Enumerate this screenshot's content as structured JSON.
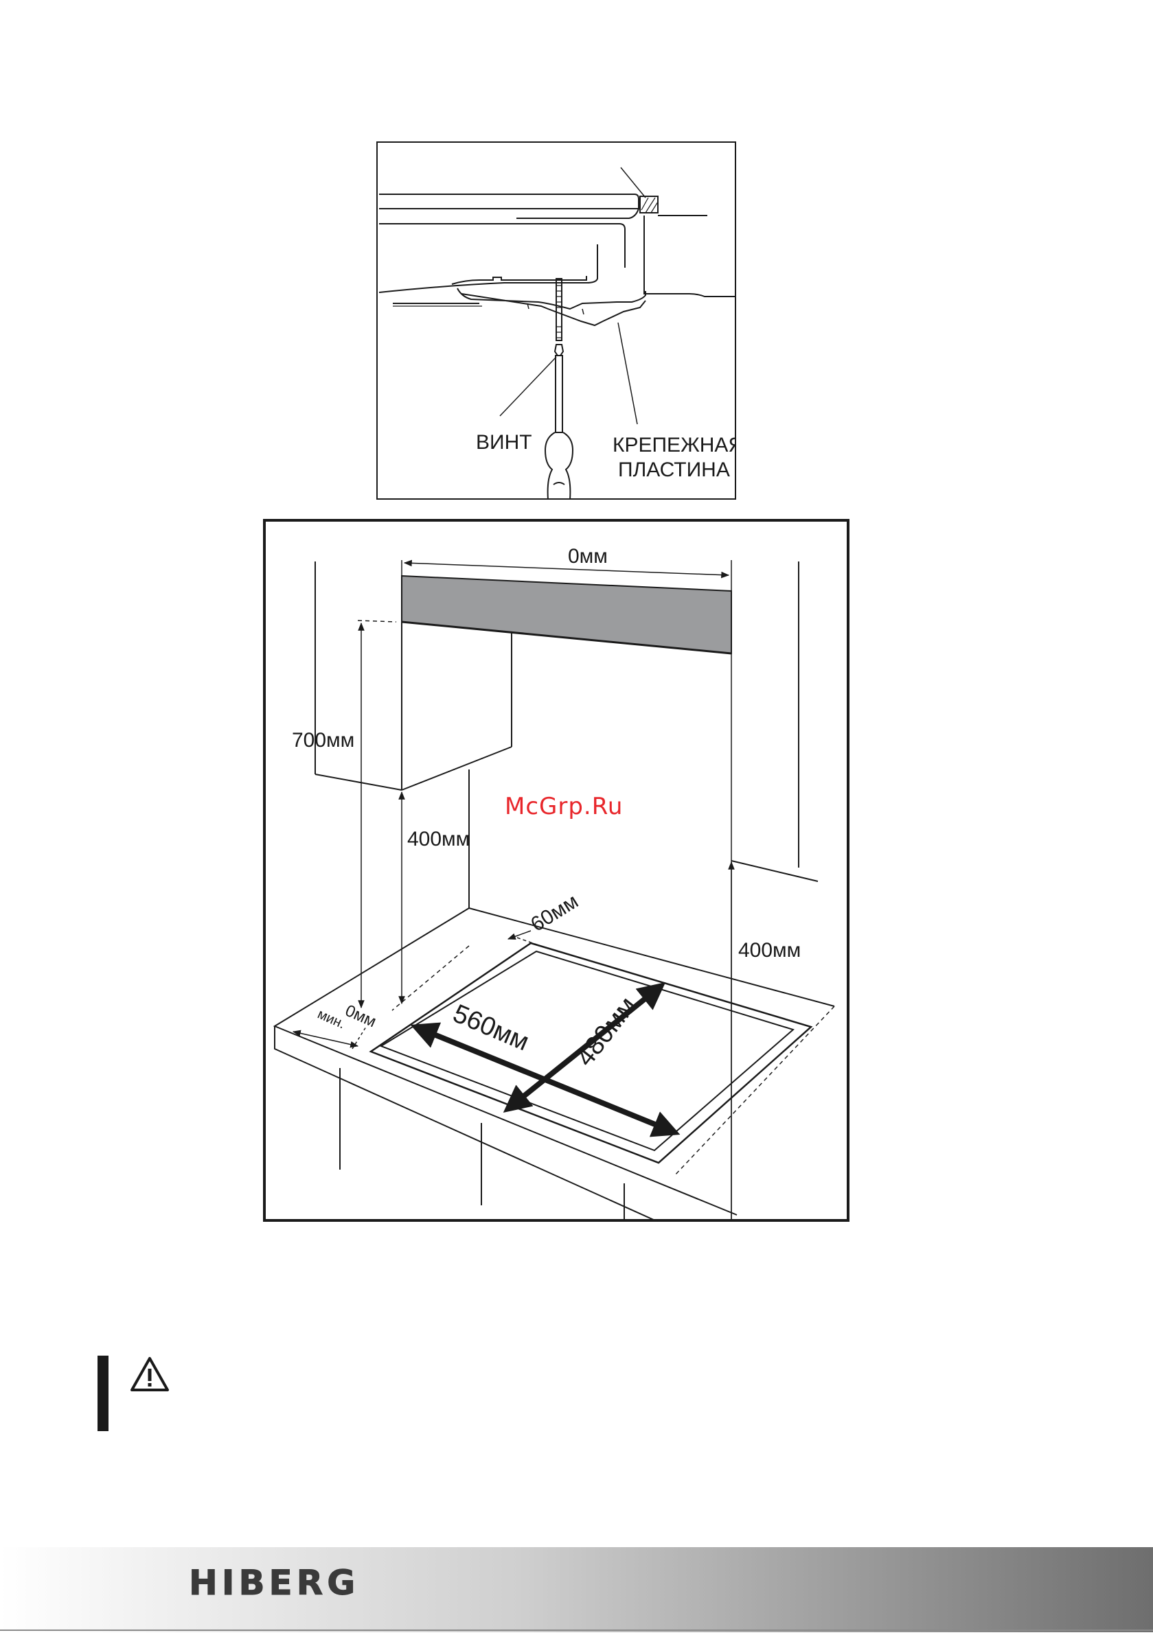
{
  "figure_top": {
    "screw_label": "ВИНТ",
    "plate_label_line1": "КРЕПЕЖНАЯ",
    "plate_label_line2": "ПЛАСТИНА"
  },
  "figure_main": {
    "width_top": "0мм",
    "height_left": "700мм",
    "height_hood": "400мм",
    "height_right": "400мм",
    "rear_gap": "60мм",
    "side_gap_value": "0мм",
    "side_gap_suffix": "мин.",
    "cutout_length": "560мм",
    "cutout_depth": "480мм"
  },
  "watermark": "McGrp.Ru",
  "colors": {
    "watermark": "#e8262b",
    "hood": "#9b9c9e",
    "ink": "#1a1a1a"
  },
  "warning_icon": "warning-triangle-icon",
  "brand": "HIBERG"
}
